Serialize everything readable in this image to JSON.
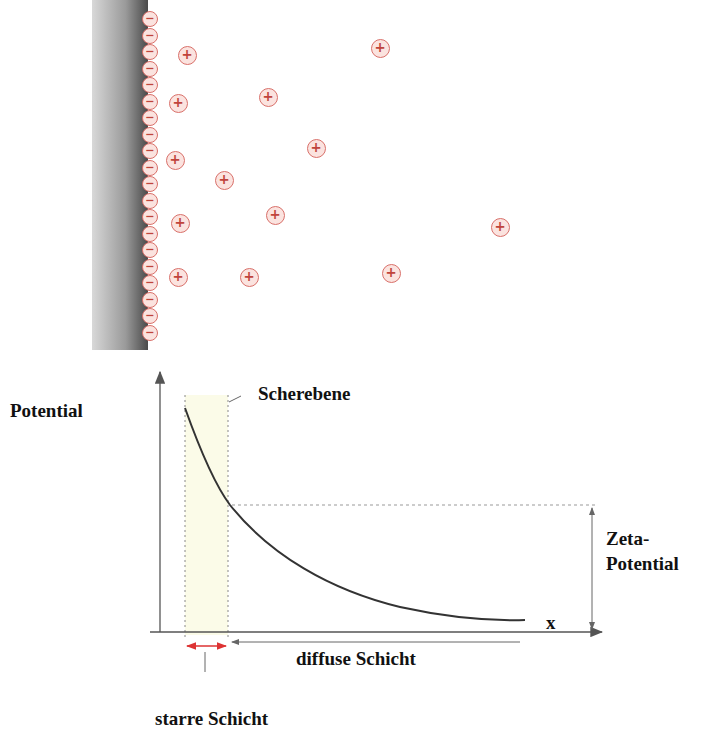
{
  "diagram": {
    "nodes": [
      {
        "text": [
          "−"
        ]
      },
      {
        "text": [
          "−"
        ]
      },
      {
        "text": [
          "−"
        ]
      },
      {
        "text": [
          "−"
        ]
      },
      {
        "text": [
          "−"
        ]
      },
      {
        "text": [
          "−"
        ]
      },
      {
        "text": [
          "−"
        ]
      },
      {
        "text": [
          "−"
        ]
      },
      {
        "text": [
          "−"
        ]
      },
      {
        "text": [
          "−"
        ]
      },
      {
        "text": [
          "−"
        ]
      },
      {
        "text": [
          "−"
        ]
      },
      {
        "text": [
          "−"
        ]
      },
      {
        "text": [
          "−"
        ]
      },
      {
        "text": [
          "−"
        ]
      },
      {
        "text": [
          "−"
        ]
      },
      {
        "text": [
          "−"
        ]
      },
      {
        "text": [
          "−"
        ]
      },
      {
        "text": [
          "−"
        ]
      },
      {
        "text": [
          "−"
        ]
      },
      {
        "text": [
          "+"
        ]
      },
      {
        "text": [
          "+"
        ]
      },
      {
        "text": [
          "+"
        ]
      },
      {
        "text": [
          "+"
        ]
      },
      {
        "text": [
          "+"
        ]
      },
      {
        "text": [
          "+"
        ]
      },
      {
        "text": [
          "+"
        ]
      },
      {
        "text": [
          "+"
        ]
      },
      {
        "text": [
          "+"
        ]
      },
      {
        "text": [
          "+"
        ]
      },
      {
        "text": [
          "+"
        ]
      },
      {
        "text": [
          "+"
        ]
      },
      {
        "text": [
          "+"
        ]
      }
    ],
    "labels": [
      "Potential",
      "Scherebene",
      "Zeta-Potential",
      "diffuse Schicht",
      "x",
      "starre Schicht"
    ]
  }
}
